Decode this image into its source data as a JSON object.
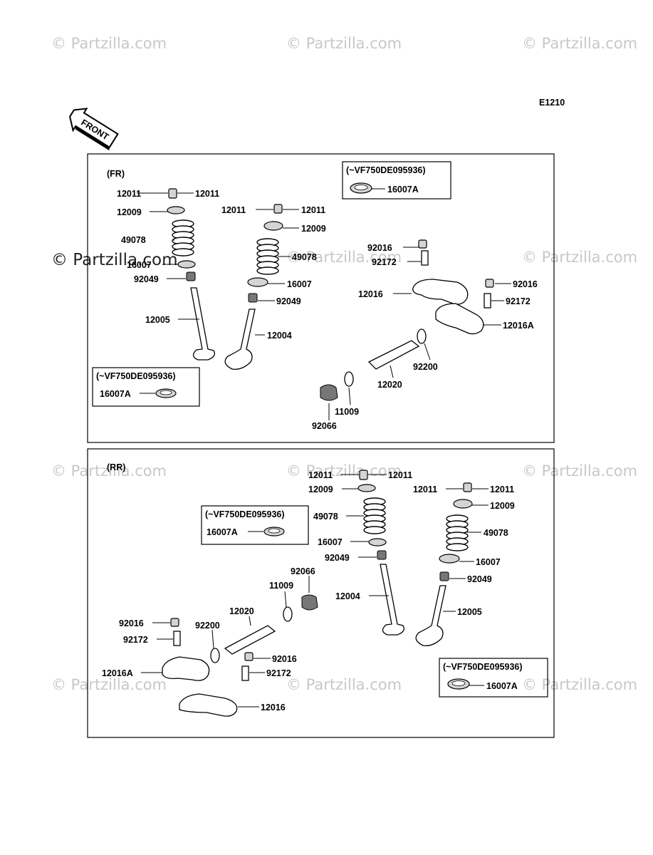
{
  "doc_code": "E1210",
  "front_label": "FRONT",
  "watermark_text": "© Partzilla.com",
  "fr": {
    "section_label": "(FR)",
    "box_top": {
      "range": "(~VF750DE095936)",
      "part": "16007A"
    },
    "box_left": {
      "range": "(~VF750DE095936)",
      "part": "16007A"
    },
    "labels": {
      "l12011_a": "12011",
      "l12011_b": "12011",
      "l12011_c": "12011",
      "l12011_d": "12011",
      "l12009_a": "12009",
      "l12009_b": "12009",
      "l49078_a": "49078",
      "l49078_b": "49078",
      "l16007_a": "16007",
      "l16007_b": "16007",
      "l92049_a": "92049",
      "l92049_b": "92049",
      "l12005": "12005",
      "l12004": "12004",
      "l92016_a": "92016",
      "l92016_b": "92016",
      "l92172_a": "92172",
      "l92172_b": "92172",
      "l12016": "12016",
      "l12016A": "12016A",
      "l92200": "92200",
      "l12020": "12020",
      "l11009": "11009",
      "l92066": "92066"
    }
  },
  "rr": {
    "section_label": "(RR)",
    "box_left": {
      "range": "(~VF750DE095936)",
      "part": "16007A"
    },
    "box_right": {
      "range": "(~VF750DE095936)",
      "part": "16007A"
    },
    "labels": {
      "l12011_a": "12011",
      "l12011_b": "12011",
      "l12011_c": "12011",
      "l12011_d": "12011",
      "l12009_a": "12009",
      "l12009_b": "12009",
      "l49078_a": "49078",
      "l49078_b": "49078",
      "l16007_a": "16007",
      "l16007_b": "16007",
      "l92049_a": "92049",
      "l92049_b": "92049",
      "l12004": "12004",
      "l12005": "12005",
      "l92066": "92066",
      "l11009": "11009",
      "l12020": "12020",
      "l92200": "92200",
      "l92016_a": "92016",
      "l92016_b": "92016",
      "l92172_a": "92172",
      "l92172_b": "92172",
      "l12016A": "12016A",
      "l12016": "12016"
    }
  }
}
